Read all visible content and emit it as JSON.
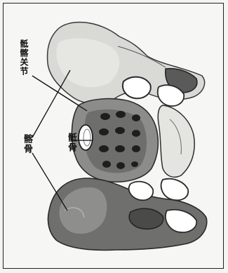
{
  "figure": {
    "labels": {
      "sacroiliac_joint": "骶髂关节",
      "ilium": "髂骨",
      "sacrum": "骶骨"
    }
  }
}
